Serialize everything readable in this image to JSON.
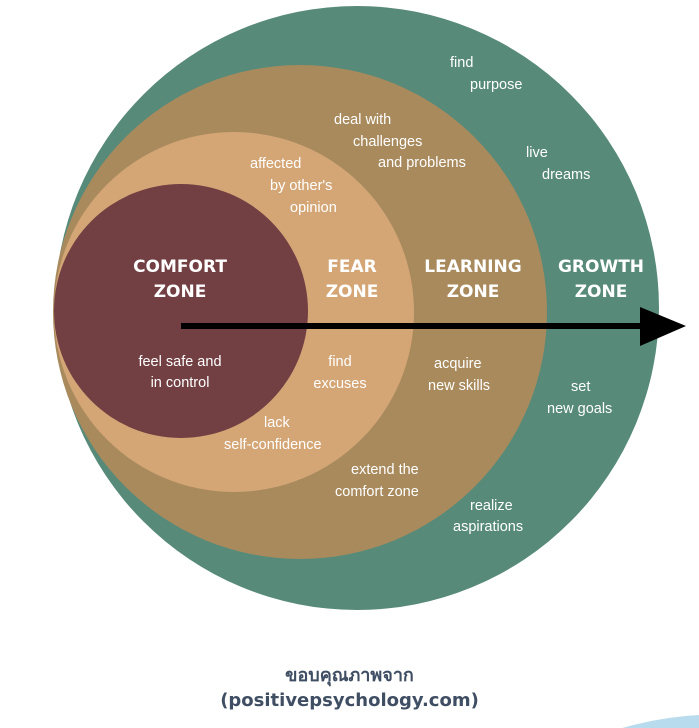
{
  "colors": {
    "growth": "#578a78",
    "learning": "#a88a5d",
    "fear": "#d4a676",
    "comfort": "#723f43",
    "arrow": "#000000",
    "caption": "#3f4e63",
    "corner_accent": "#b9dbee"
  },
  "zones": {
    "comfort": {
      "title_1": "COMFORT",
      "title_2": "ZONE",
      "text_1": "feel safe and",
      "text_2": "in control"
    },
    "fear": {
      "title_1": "FEAR",
      "title_2": "ZONE",
      "items": [
        {
          "l1": "affected",
          "l2": "by other's",
          "l3": "opinion"
        },
        {
          "l1": "find",
          "l2": "excuses"
        },
        {
          "l1": "lack",
          "l2": "self-confidence"
        }
      ]
    },
    "learning": {
      "title_1": "LEARNING",
      "title_2": "ZONE",
      "items": [
        {
          "l1": "deal with",
          "l2": "challenges",
          "l3": "and problems"
        },
        {
          "l1": "acquire",
          "l2": "new skills"
        },
        {
          "l1": "extend the",
          "l2": "comfort zone"
        }
      ]
    },
    "growth": {
      "title_1": "GROWTH",
      "title_2": "ZONE",
      "items": [
        {
          "l1": "find",
          "l2": "purpose"
        },
        {
          "l1": "live",
          "l2": "dreams"
        },
        {
          "l1": "set",
          "l2": "new goals"
        },
        {
          "l1": "realize",
          "l2": "aspirations"
        }
      ]
    }
  },
  "caption": {
    "line1": "ขอบคุณภาพจาก",
    "line2": "(positivepsychology.com)"
  }
}
